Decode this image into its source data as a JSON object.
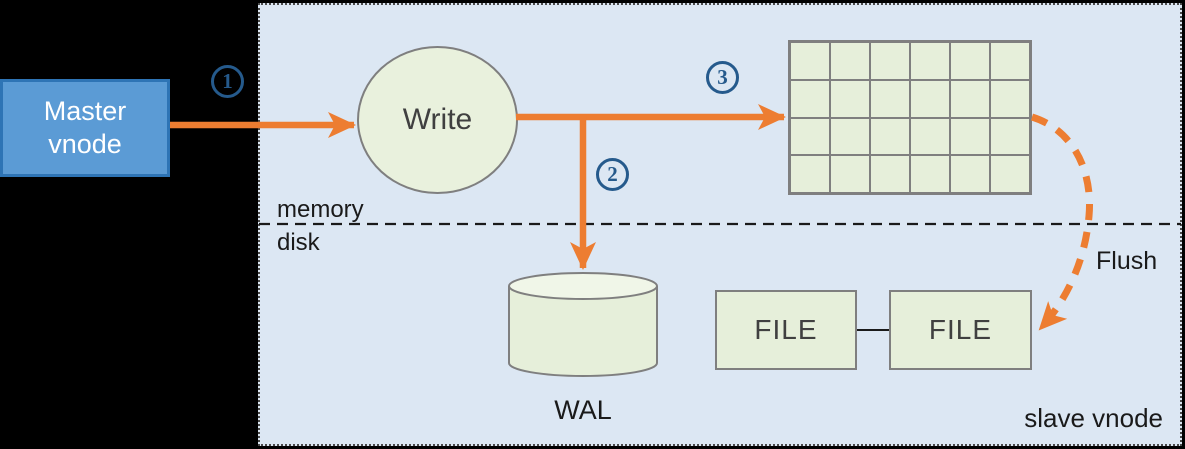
{
  "diagram": {
    "title_implicit": "vnode write flow",
    "master_vnode": {
      "line1": "Master",
      "line2": "vnode"
    },
    "write": {
      "label": "Write"
    },
    "steps": {
      "step1": "1",
      "step2": "2",
      "step3": "3"
    },
    "labels": {
      "memory": "memory",
      "disk": "disk",
      "wal": "WAL",
      "flush": "Flush",
      "slave_vnode": "slave vnode"
    },
    "files": {
      "file1": "FILE",
      "file2": "FILE"
    },
    "memtable_grid": {
      "rows": 4,
      "cols": 6
    },
    "colors": {
      "background": "#000000",
      "panel_fill": "#dce7f3",
      "arrow_orange": "#ed7d31",
      "master_fill": "#5b9bd5",
      "master_border": "#2e74b5",
      "shape_green": "#e6efda",
      "shape_border_gray": "#7f7f7f",
      "badge_blue": "#255a8c"
    }
  }
}
